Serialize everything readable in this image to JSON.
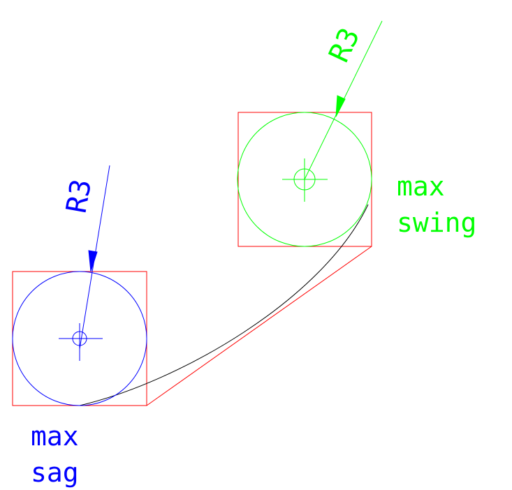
{
  "colors": {
    "background": "#ffffff",
    "bounding_box": "#ff0000",
    "sag_feature": "#0000ff",
    "swing_feature": "#00ff00",
    "curve": "#000000"
  },
  "sag": {
    "radius_label": "R3",
    "caption_line1": "max",
    "caption_line2": "sag"
  },
  "swing": {
    "radius_label": "R3",
    "caption_line1": "max",
    "caption_line2": "swing"
  }
}
